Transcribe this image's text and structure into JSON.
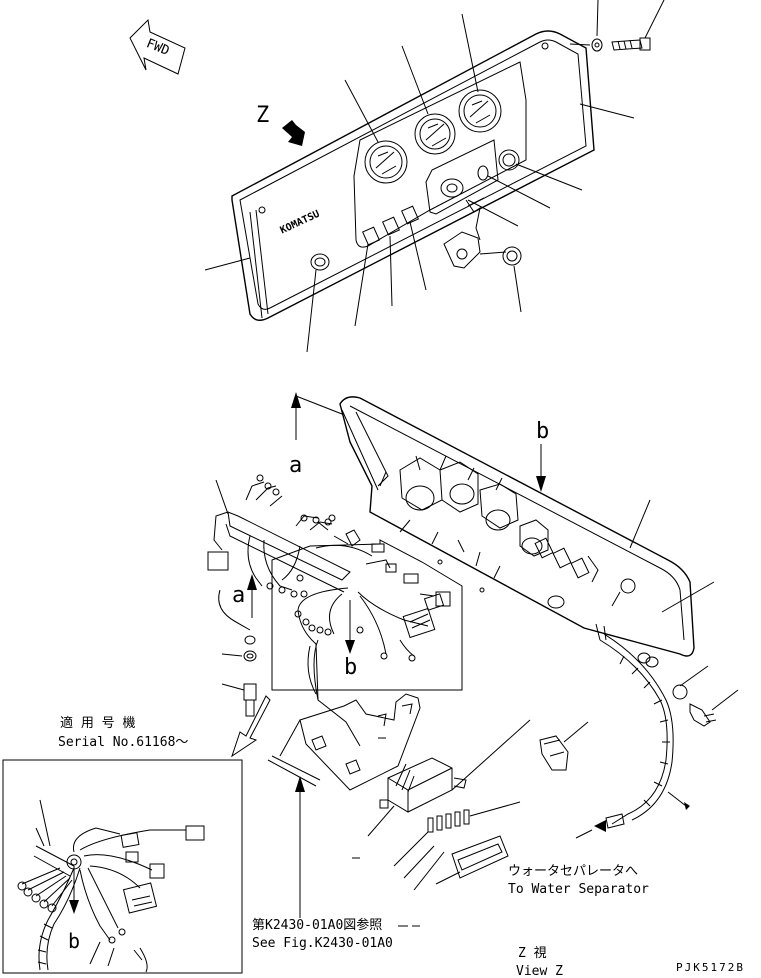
{
  "fwd_label": "FWD",
  "view_marker": "Z",
  "brand": "KOMATSU",
  "callout_a_upper": "a",
  "callout_a_lower": "a",
  "callout_b_upper": "b",
  "callout_b_lower": "b",
  "callout_b_inset": "b",
  "serial_jp": "適 用 号 機",
  "serial_en": "Serial No.61168～",
  "water_jp": "ウォータセパレータへ",
  "water_en": "To Water Separator",
  "ref_jp": "第K2430-01A0図参照",
  "ref_en": "See Fig.K2430-01A0",
  "view_jp": "Z  視",
  "view_en": "View Z",
  "drawing_id": "PJK5172B"
}
